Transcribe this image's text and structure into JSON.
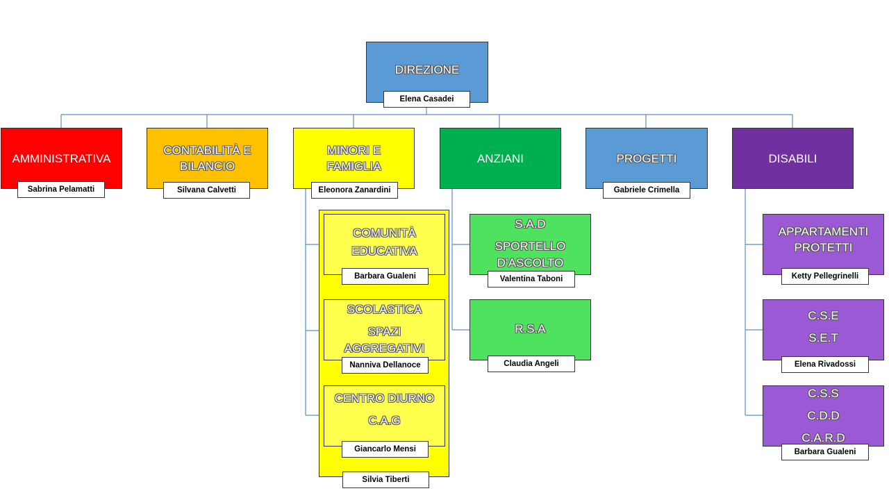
{
  "colors": {
    "blue": "#5b9bd5",
    "red": "#ff0000",
    "orange": "#ffc000",
    "yellow": "#ffff00",
    "light_yellow": "#ffff4d",
    "green": "#00b050",
    "light_green": "#4ee25e",
    "purple": "#7030a0",
    "light_purple": "#9b59d6",
    "connector": "#5b8ec2"
  },
  "direzione": {
    "title": "DIREZIONE",
    "person": "Elena Casadei"
  },
  "departments": [
    {
      "key": "amministrativa",
      "lines": [
        "AMMINISTRATIVA"
      ],
      "person": "Sabrina Pelamatti"
    },
    {
      "key": "contabilita",
      "lines": [
        "CONTABILITÀ E",
        "BILANCIO"
      ],
      "person": "Silvana Calvetti"
    },
    {
      "key": "minori",
      "lines": [
        "MINORI E",
        "FAMIGLIA"
      ],
      "person": "Eleonora Zanardini"
    },
    {
      "key": "anziani",
      "lines": [
        "ANZIANI"
      ],
      "person": ""
    },
    {
      "key": "progetti",
      "lines": [
        "PROGETTI"
      ],
      "person": "Gabriele Crimella"
    },
    {
      "key": "disabili",
      "lines": [
        "DISABILI"
      ],
      "person": ""
    }
  ],
  "minori_units": [
    {
      "lines": [
        "COMUNITÀ",
        "EDUCATIVA"
      ],
      "person": "Barbara Gualeni"
    },
    {
      "lines": [
        "SCOLASTICA",
        "SPAZI",
        "AGGREGATIVI"
      ],
      "person": "Nanniva Dellanoce"
    },
    {
      "lines": [
        "CENTRO DIURNO",
        "C.A.G"
      ],
      "person": "Giancarlo Mensi"
    }
  ],
  "minori_group_person": "Silvia Tiberti",
  "anziani_units": [
    {
      "lines": [
        "S.A.D",
        "SPORTELLO",
        "D’ASCOLTO"
      ],
      "person": "Valentina Taboni"
    },
    {
      "lines": [
        "R.S.A"
      ],
      "person": "Claudia Angeli"
    }
  ],
  "disabili_units": [
    {
      "lines": [
        "APPARTAMENTI",
        "PROTETTI"
      ],
      "person": "Ketty Pellegrinelli"
    },
    {
      "lines": [
        "C.S.E",
        "S.E.T"
      ],
      "person": "Elena Rivadossi"
    },
    {
      "lines": [
        "C.S.S",
        "C.D.D",
        "C.A.R.D"
      ],
      "person": "Barbara Gualeni"
    }
  ]
}
